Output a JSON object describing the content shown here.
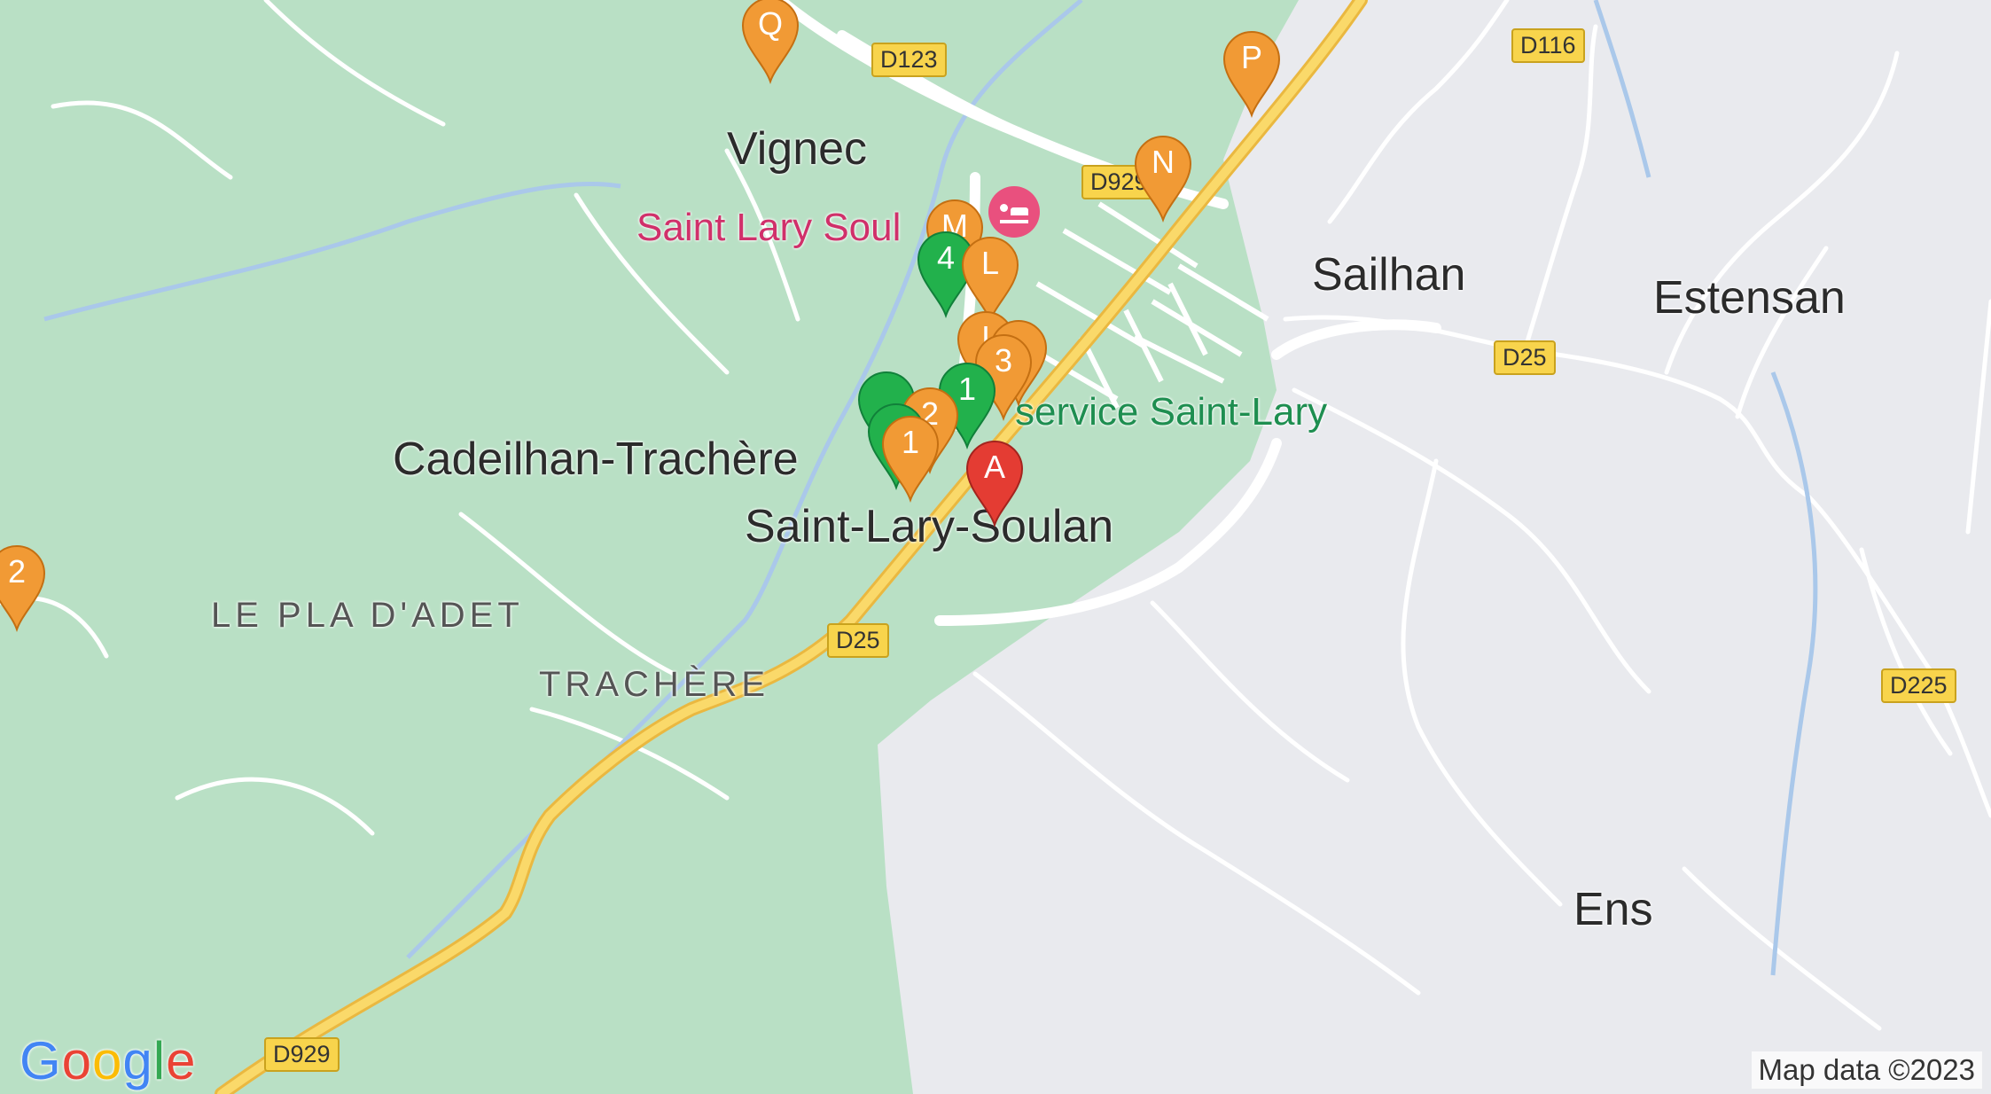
{
  "colors": {
    "forest": "#b9e0c5",
    "ground": "#e9eaee",
    "road": "#ffffff",
    "highway": "#fad96a",
    "highway_edge": "#eab840",
    "river": "#aac8ea",
    "marker_orange": "#f19a35",
    "marker_green": "#22b14c",
    "marker_red": "#e43c33"
  },
  "places": {
    "vignec": "Vignec",
    "saint_lary_poi": "Saint Lary Soul",
    "service_poi": "service Saint-Lary",
    "sailhan": "Sailhan",
    "estensan": "Estensan",
    "cadeilhan": "Cadeilhan-Trachère",
    "saint_lary": "Saint-Lary-Soulan",
    "pla_dadet": "LE PLA D'ADET",
    "trachere": "TRACHÈRE",
    "ens": "Ens"
  },
  "roads": {
    "d123": "D123",
    "d116": "D116",
    "d929_top": "D929",
    "d25_east": "D25",
    "d25_south": "D25",
    "d225": "D225",
    "d929_bottom": "D929"
  },
  "markers": {
    "q": "Q",
    "p": "P",
    "n": "N",
    "m": "M",
    "l": "L",
    "four": "4",
    "i": "I",
    "three": "3",
    "one_green": "1",
    "two": "2",
    "one_orange": "1",
    "a": "A",
    "west": "2"
  },
  "icons": {
    "hotel": "hotel-bed-icon",
    "pin": "map-pin-icon"
  },
  "logo": {
    "g1": "G",
    "o1": "o",
    "o2": "o",
    "g2": "g",
    "l": "l",
    "e": "e"
  },
  "attribution": "Map data ©2023"
}
